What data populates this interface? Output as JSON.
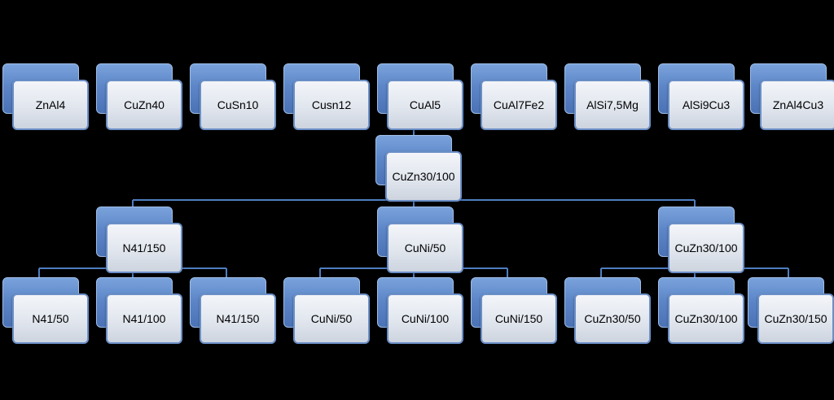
{
  "top_row": [
    {
      "label": "ZnAl4"
    },
    {
      "label": "CuZn40"
    },
    {
      "label": "CuSn10"
    },
    {
      "label": "Cusn12"
    },
    {
      "label": "CuAl5"
    },
    {
      "label": "CuAl7Fe2"
    },
    {
      "label": "AlSi7,5Mg"
    },
    {
      "label": "AlSi9Cu3"
    },
    {
      "label": "ZnAl4Cu3"
    }
  ],
  "root": {
    "label": "CuZn30/100"
  },
  "groups": [
    {
      "label": "N41/150",
      "children": [
        {
          "label": "N41/50"
        },
        {
          "label": "N41/100"
        },
        {
          "label": "N41/150"
        }
      ]
    },
    {
      "label": "CuNi/50",
      "children": [
        {
          "label": "CuNi/50"
        },
        {
          "label": "CuNi/100"
        },
        {
          "label": "CuNi/150"
        }
      ]
    },
    {
      "label": "CuZn30/100",
      "children": [
        {
          "label": "CuZn30/50"
        },
        {
          "label": "CuZn30/100"
        },
        {
          "label": "CuZn30/150"
        }
      ]
    }
  ],
  "colors": {
    "background": "#000000",
    "connector": "#4f7ec0",
    "node_back": "#5d86c8",
    "node_front": "#e1e6ee"
  }
}
